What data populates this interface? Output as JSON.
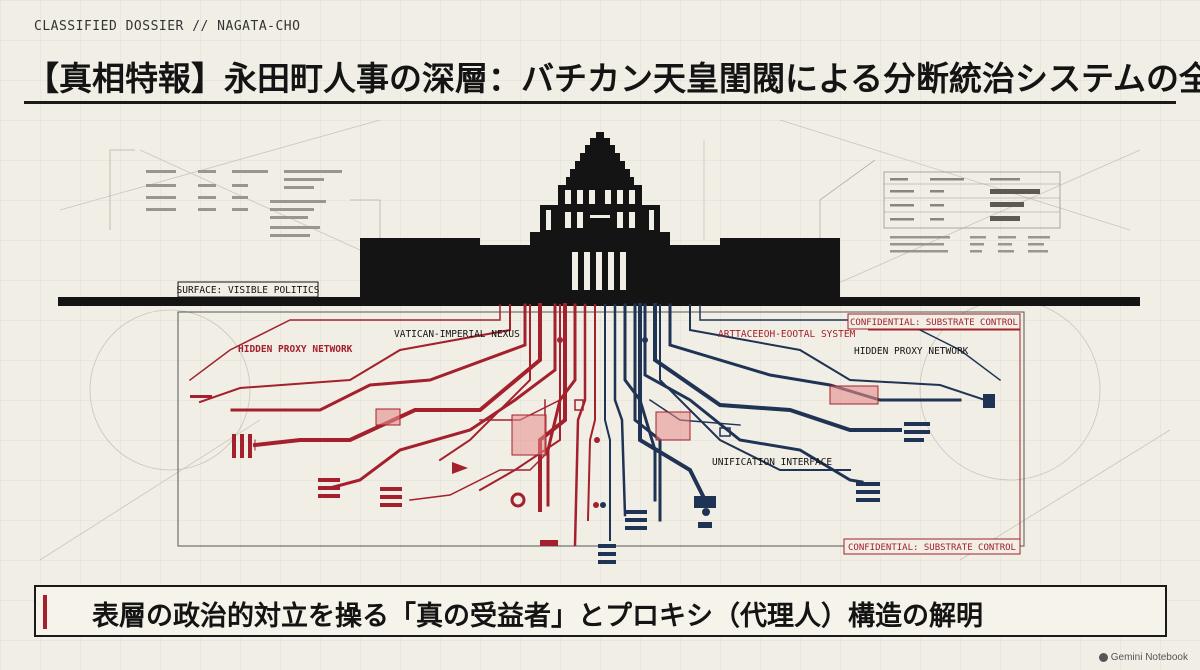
{
  "header": {
    "label": "CLASSIFIED DOSSIER // NAGATA-CHO"
  },
  "title": "【真相特報】永田町人事の深層：バチカン天皇閨閥による分断統治システムの全貌",
  "labels": {
    "surface": "SURFACE: VISIBLE POLITICS",
    "confidential_top": "CONFIDENTIAL: SUBSTRATE CONTROL",
    "confidential_bottom": "CONFIDENTIAL: SUBSTRATE CONTROL",
    "nexus_left": "VATICAN-IMPERIAL NEXUS",
    "nexus_right": "ARTTACEEOH-EOOTAL SYSTEM",
    "proxy_left": "HIDDEN PROXY NETWORK",
    "proxy_right": "HIDDEN PROXY NETWORK",
    "unification": "UNIFICATION INTERFACE"
  },
  "subtitle": "表層の政治的対立を操る「真の受益者」とプロキシ（代理人）構造の解明",
  "brand": "Gemini Notebook",
  "colors": {
    "red": "#a3202c",
    "navy": "#1f3354",
    "ink": "#141414",
    "paper": "#f1eee5",
    "highlight": "#e58d8b"
  }
}
